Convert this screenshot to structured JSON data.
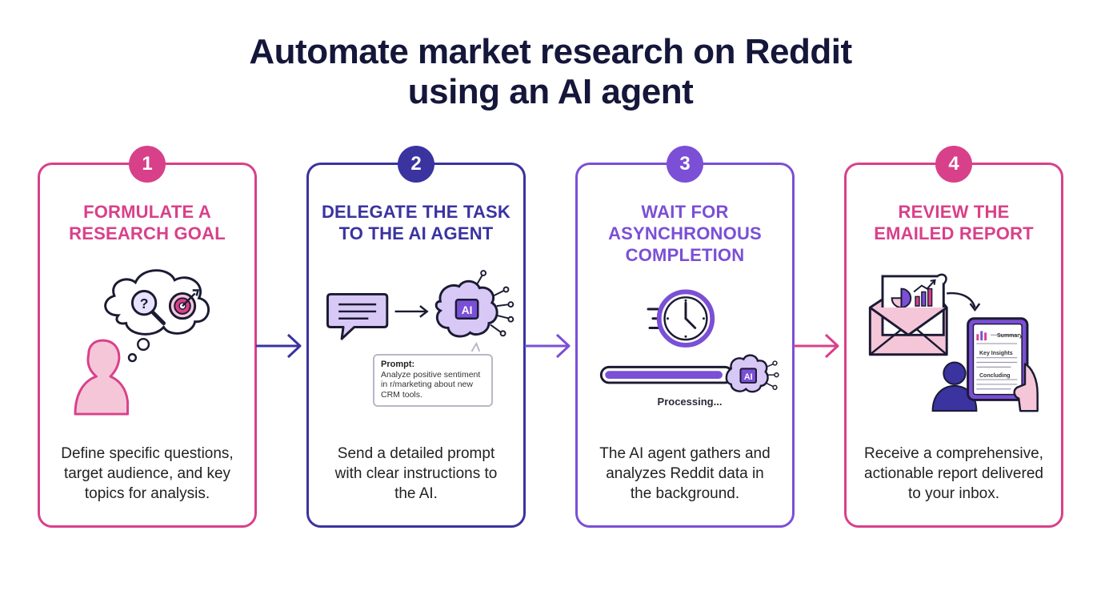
{
  "title": {
    "line1": "Automate market research on Reddit",
    "line2": "using an AI agent"
  },
  "colors": {
    "pink": "#d9408a",
    "navy": "#3a33a0",
    "purple": "#7b4fd6",
    "magenta": "#d9408a",
    "light_pink": "#f5c6d8",
    "light_purple": "#d7c8f5"
  },
  "steps": [
    {
      "number": "1",
      "title_line1": "FORMULATE A",
      "title_line2": "RESEARCH GOAL",
      "desc_line1": "Define specific questions,",
      "desc_line2": "target audience, and key",
      "desc_line3": "topics for analysis."
    },
    {
      "number": "2",
      "title_line1": "DELEGATE THE TASK",
      "title_line2": "TO THE AI AGENT",
      "desc_line1": "Send a detailed prompt",
      "desc_line2": "with clear instructions to",
      "desc_line3": "the AI.",
      "ai_label": "AI",
      "prompt_label": "Prompt:",
      "prompt_text": "Analyze positive sentiment in r/marketing about new CRM tools."
    },
    {
      "number": "3",
      "title_line1": "WAIT FOR",
      "title_line2": "ASYNCHRONOUS",
      "title_line3": "COMPLETION",
      "desc_line1": "The AI agent gathers and",
      "desc_line2": "analyzes Reddit data in",
      "desc_line3": "the background.",
      "ai_label": "AI",
      "processing_text": "Processing..."
    },
    {
      "number": "4",
      "title_line1": "REVIEW THE",
      "title_line2": "EMAILED REPORT",
      "desc_line1": "Receive a comprehensive,",
      "desc_line2": "actionable report delivered",
      "desc_line3": "to your inbox.",
      "tablet_summary": "Summary",
      "tablet_insights": "Key Insights",
      "tablet_concluding": "Concluding"
    }
  ]
}
